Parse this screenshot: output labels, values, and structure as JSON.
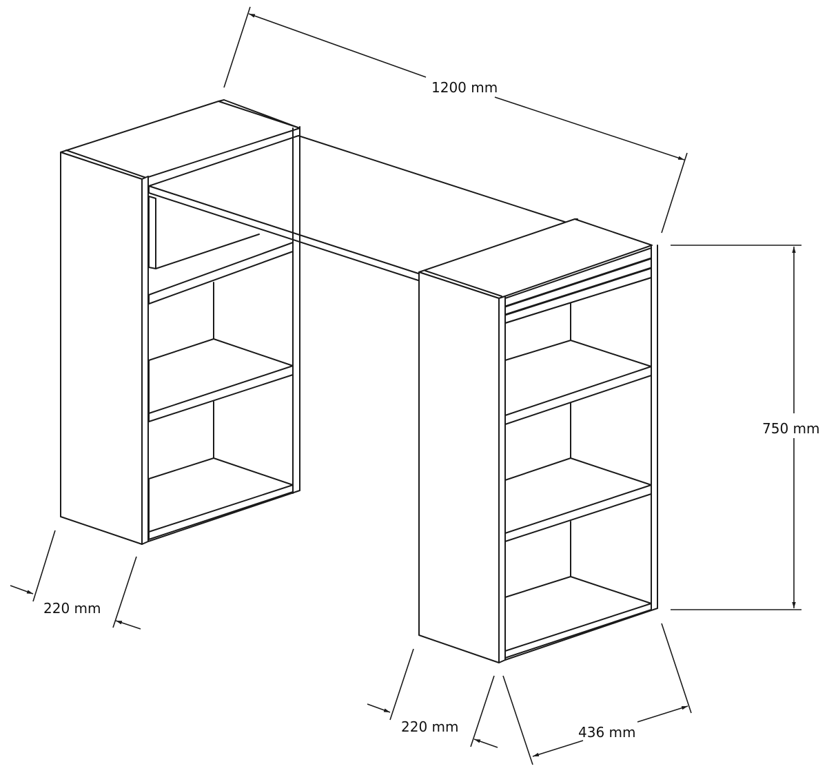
{
  "drawing": {
    "subject": "Desk with two open shelving units — dimension drawing",
    "line_color": "#1a1a1a",
    "background": "#ffffff"
  },
  "dimensions": {
    "width": {
      "label": "1200 mm",
      "value": 1200,
      "unit": "mm"
    },
    "height": {
      "label": "750 mm",
      "value": 750,
      "unit": "mm"
    },
    "left_unit_depth": {
      "label": "220 mm",
      "value": 220,
      "unit": "mm"
    },
    "right_unit_depth": {
      "label": "220 mm",
      "value": 220,
      "unit": "mm"
    },
    "right_unit_width": {
      "label": "436 mm",
      "value": 436,
      "unit": "mm"
    }
  },
  "components": {
    "left_cabinet": {
      "shelves": 3,
      "open_compartments": 3
    },
    "right_cabinet": {
      "shelves": 4,
      "open_compartments": 3,
      "top_groove_lines": 2
    },
    "desktop": {
      "spans": "between cabinets"
    }
  }
}
